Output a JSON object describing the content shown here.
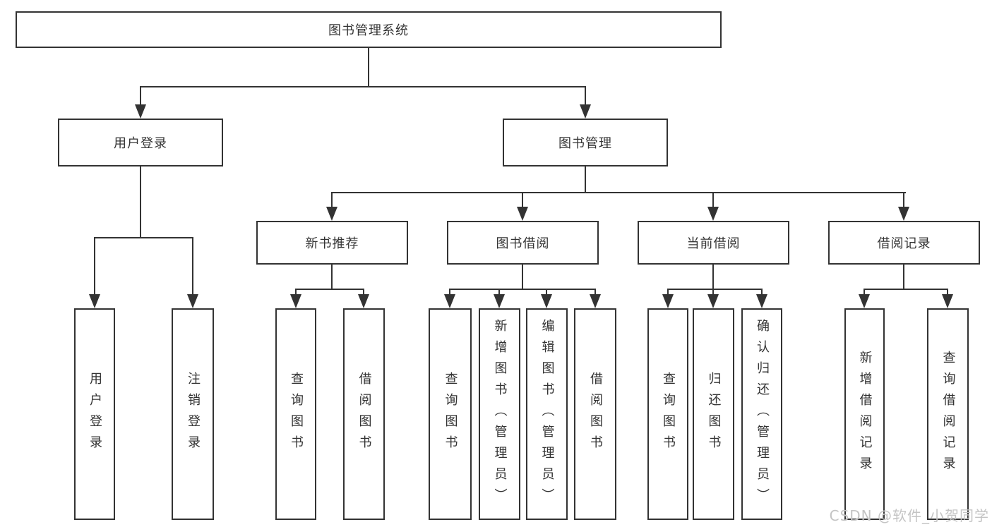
{
  "diagram": {
    "type": "tree",
    "root": {
      "label": "图书管理系统"
    },
    "level2": [
      {
        "label": "用户登录"
      },
      {
        "label": "图书管理"
      }
    ],
    "level3": [
      {
        "label": "新书推荐",
        "parent": "图书管理"
      },
      {
        "label": "图书借阅",
        "parent": "图书管理"
      },
      {
        "label": "当前借阅",
        "parent": "图书管理"
      },
      {
        "label": "借阅记录",
        "parent": "图书管理"
      }
    ],
    "leaves": [
      {
        "label": "用户登录",
        "parent": "用户登录"
      },
      {
        "label": "注销登录",
        "parent": "用户登录"
      },
      {
        "label": "查询图书",
        "parent": "新书推荐"
      },
      {
        "label": "借阅图书",
        "parent": "新书推荐"
      },
      {
        "label": "查询图书",
        "parent": "图书借阅"
      },
      {
        "label": "新增图书（管理员）",
        "parent": "图书借阅"
      },
      {
        "label": "编辑图书（管理员）",
        "parent": "图书借阅"
      },
      {
        "label": "借阅图书",
        "parent": "图书借阅"
      },
      {
        "label": "查询图书",
        "parent": "当前借阅"
      },
      {
        "label": "归还图书",
        "parent": "当前借阅"
      },
      {
        "label": "确认归还（管理员）",
        "parent": "当前借阅"
      },
      {
        "label": "新增借阅记录",
        "parent": "借阅记录"
      },
      {
        "label": "查询借阅记录",
        "parent": "借阅记录"
      }
    ]
  },
  "colors": {
    "line": "#333333",
    "text": "#333333",
    "background": "#ffffff",
    "watermark": "#c4c4c4"
  },
  "watermark": {
    "text": "CSDN @软件_小贺同学"
  }
}
